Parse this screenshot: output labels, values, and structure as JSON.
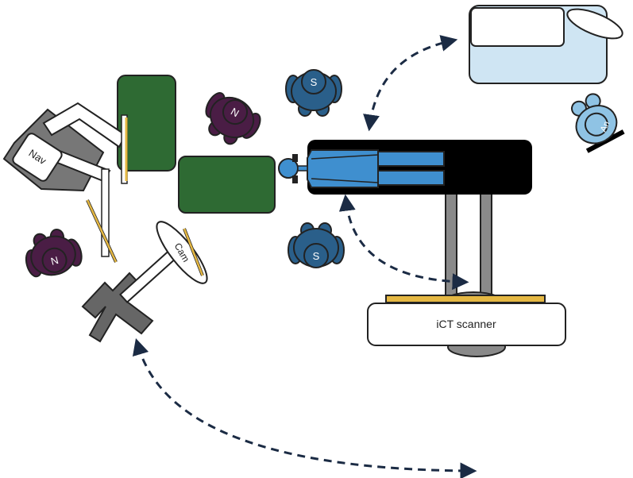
{
  "labels": {
    "navigation": "Nav",
    "camera": "Cam",
    "scanner": "iCT scanner",
    "nurse": "N",
    "surgeon": "S",
    "anesthesiologist": "An"
  },
  "colors": {
    "outline": "#222222",
    "nurse": "#4a1d45",
    "surgeon": "#2a5f8a",
    "anesthesiologist": "#8fc3e4",
    "patient": "#3f8fcf",
    "patient_dark": "#2a6ca8",
    "instrument_table": "#2e6a33",
    "gantry": "#000000",
    "scanner_rails": "#8a8a8a",
    "yellow_marker": "#e5b843",
    "anesthesia_station": "#cfe5f3",
    "cross_stand": "#666666",
    "nav_base": "#777777",
    "arrow": "#1b2b44"
  },
  "icons": [
    "nav-monitor-icon",
    "camera-icon",
    "nurse-icon",
    "surgeon-icon",
    "anesthesiologist-icon",
    "patient-icon",
    "movement-arrow-icon"
  ]
}
